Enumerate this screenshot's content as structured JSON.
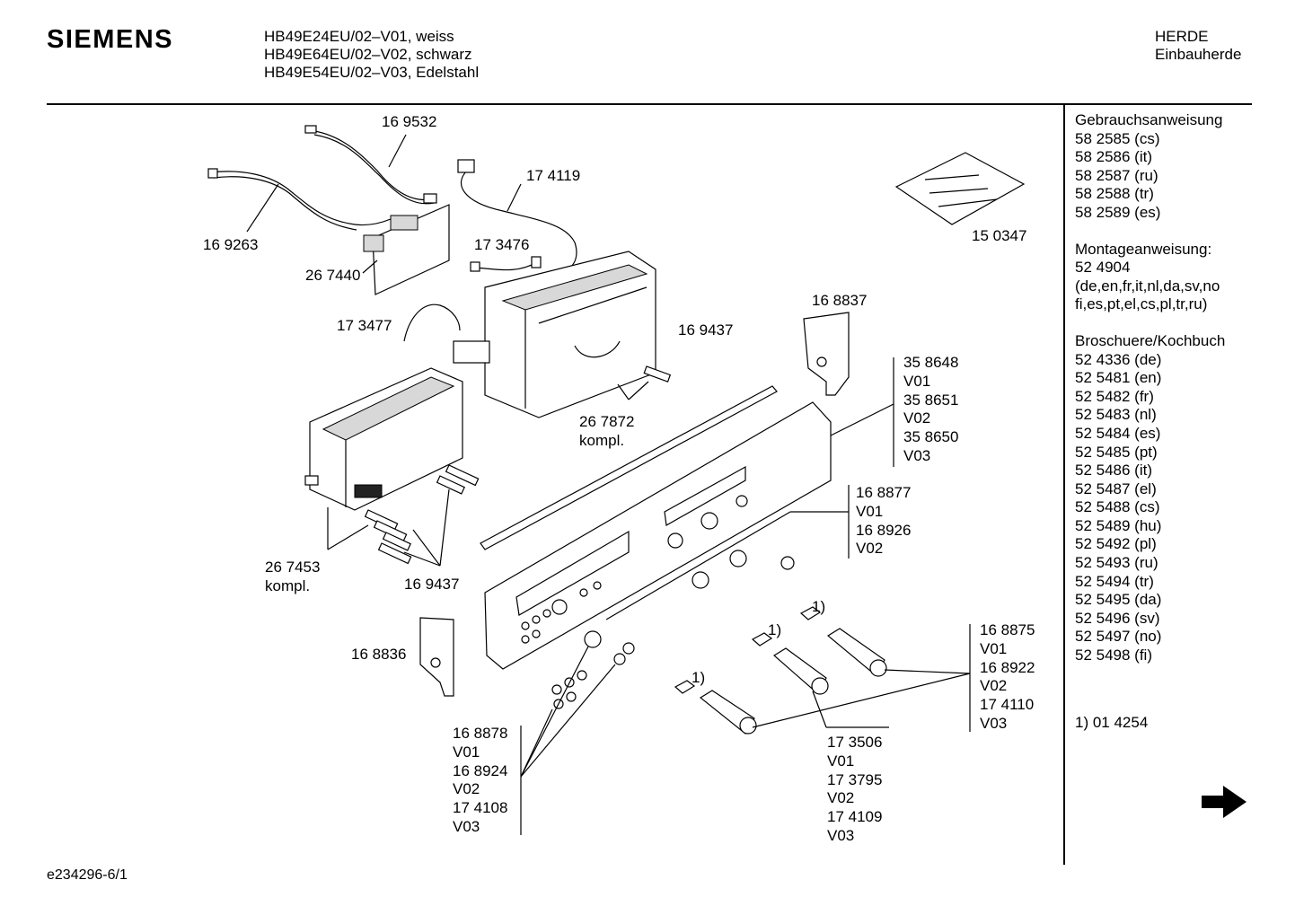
{
  "header": {
    "brand": "SIEMENS",
    "models": [
      "HB49E24EU/02–V01, weiss",
      "HB49E64EU/02–V02, schwarz",
      "HB49E54EU/02–V03, Edelstahl"
    ],
    "category": [
      "HERDE",
      "Einbauherde"
    ]
  },
  "sidebar": {
    "groups": [
      [
        "Gebrauchsanweisung",
        "58 2585 (cs)",
        "58 2586 (it)",
        "58 2587 (ru)",
        "58 2588 (tr)",
        "58 2589 (es)"
      ],
      [
        "Montageanweisung:",
        "52 4904",
        "(de,en,fr,it,nl,da,sv,no",
        "fi,es,pt,el,cs,pl,tr,ru)"
      ],
      [
        "Broschuere/Kochbuch",
        "52 4336 (de)",
        "52 5481 (en)",
        "52 5482 (fr)",
        "52 5483 (nl)",
        "52 5484 (es)",
        "52 5485 (pt)",
        "52 5486 (it)",
        "52 5487 (el)",
        "52 5488 (cs)",
        "52 5489 (hu)",
        "52 5492 (pl)",
        "52 5493 (ru)",
        "52 5494 (tr)",
        "52 5495 (da)",
        "52 5496 (sv)",
        "52 5497 (no)",
        "52 5498 (fi)"
      ]
    ],
    "footnote": "1) 01 4254",
    "next_icon": "arrow-right-icon"
  },
  "parts": {
    "p169532": "16 9532",
    "p174119": "17 4119",
    "p169263": "16 9263",
    "p267440": "26 7440",
    "p173476": "17 3476",
    "p150347": "15 0347",
    "p168837": "16 8837",
    "p173477": "17 3477",
    "p169437a": "16 9437",
    "p267872": [
      "26 7872",
      "kompl."
    ],
    "p358648": [
      "35 8648",
      "V01",
      "35 8651",
      "V02",
      "35 8650",
      "V03"
    ],
    "p168877": [
      "16 8877",
      "V01",
      "16 8926",
      "V02"
    ],
    "p267453": [
      "26 7453",
      "kompl."
    ],
    "p169437b": "16 9437",
    "p168836": "16 8836",
    "p168875": [
      "16 8875",
      "V01",
      "16 8922",
      "V02",
      "17 4110",
      "V03"
    ],
    "p173506": [
      "17 3506",
      "V01",
      "17 3795",
      "V02",
      "17 4109",
      "V03"
    ],
    "p168878": [
      "16 8878",
      "V01",
      "16 8924",
      "V02",
      "17 4108",
      "V03"
    ],
    "fn1": "1)",
    "fn2": "1)",
    "fn3": "1)"
  },
  "footer": "e234296-6/1"
}
